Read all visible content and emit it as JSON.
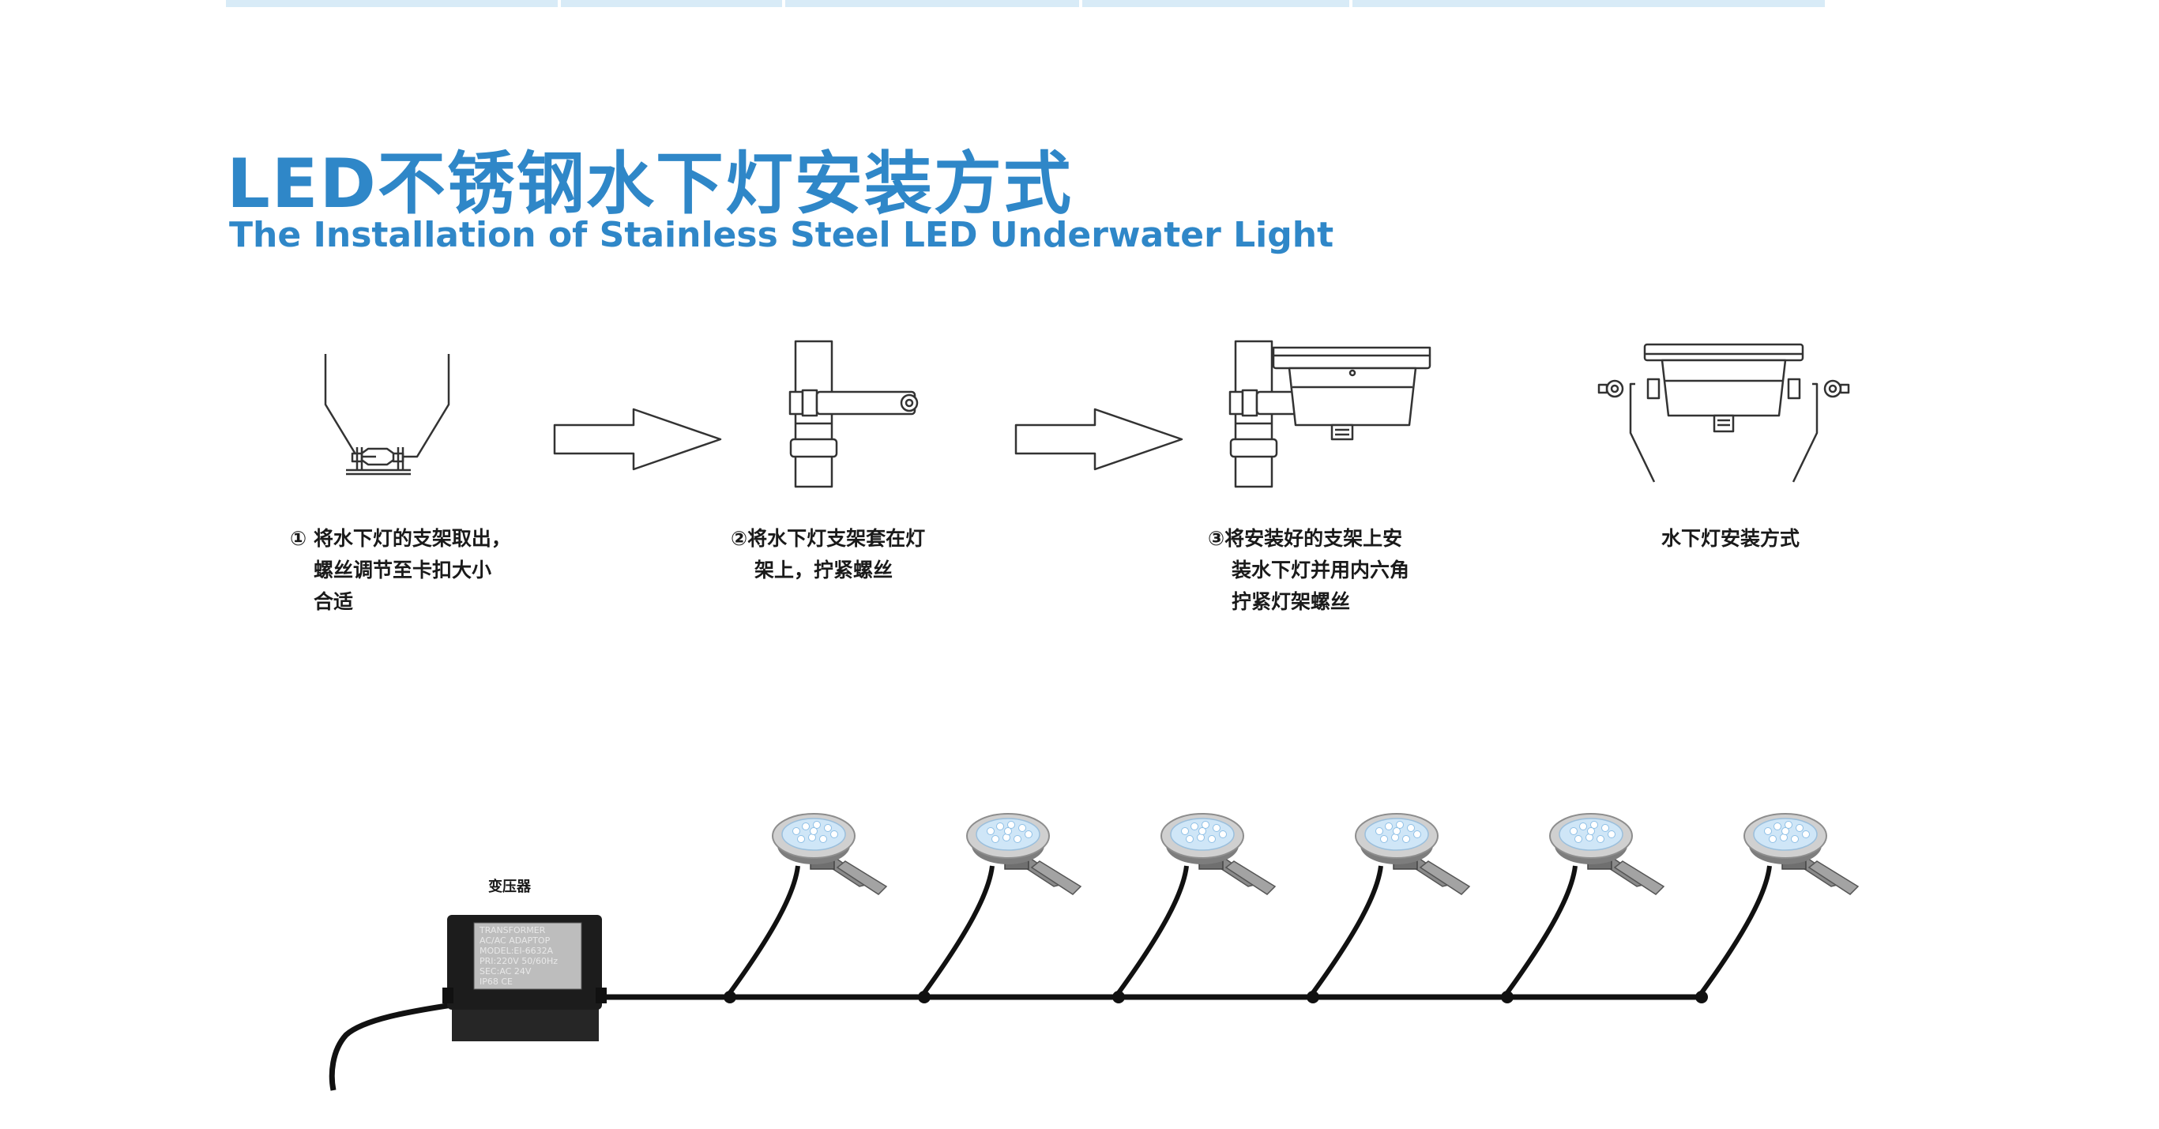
{
  "title": {
    "cn": "LED不锈钢水下灯安装方式",
    "en": "The Installation of Stainless Steel LED Underwater Light"
  },
  "steps": [
    {
      "lines": [
        "① 将水下灯的支架取出，",
        "螺丝调节至卡扣大小",
        "合适"
      ]
    },
    {
      "lines": [
        "②将水下灯支架套在灯",
        "架上，拧紧螺丝"
      ]
    },
    {
      "lines": [
        "③将安装好的支架上安",
        "装水下灯并用内六角",
        "拧紧灯架螺丝"
      ]
    },
    {
      "lines": [
        "水下灯安装方式"
      ]
    }
  ],
  "wiring": {
    "transformer_label": "变压器",
    "transformer_plate": [
      "TRANSFORMER",
      "AC/AC ADAPTOP",
      "MODEL:EI-6632A",
      "PRI:220V 50/60Hz",
      "SEC:AC 24V",
      "IP68  CE"
    ],
    "light_count": 6
  },
  "colors": {
    "title_blue": "#2f87c8",
    "topbar": "#d8ebf7",
    "text": "#1a1a1a",
    "transformer": "#1c1c1c",
    "cable": "#111111"
  }
}
